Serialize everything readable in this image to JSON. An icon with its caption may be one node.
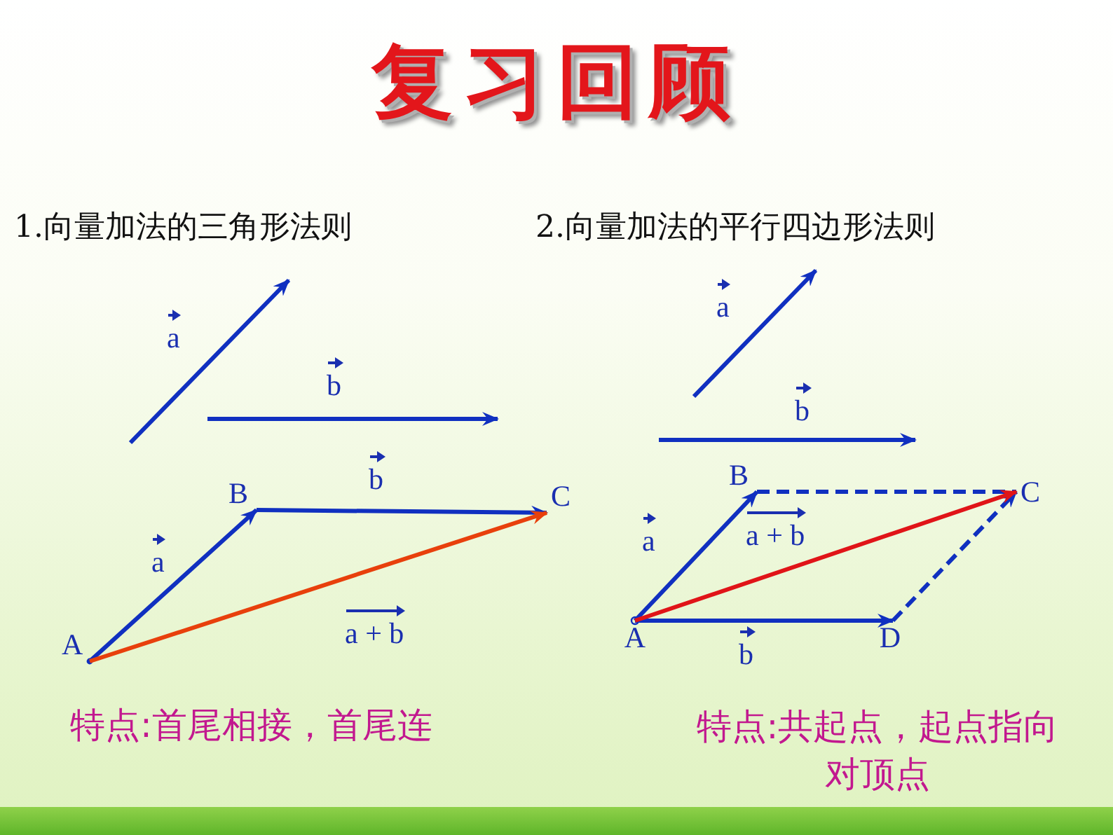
{
  "diagram": {
    "title": "复习回顾",
    "nodes": [
      {
        "text": [
          "A"
        ]
      },
      {
        "text": [
          "B"
        ]
      },
      {
        "text": [
          "C"
        ]
      },
      {
        "text": [
          "A"
        ]
      },
      {
        "text": [
          "B"
        ]
      },
      {
        "text": [
          "C"
        ]
      },
      {
        "text": [
          "D"
        ]
      }
    ],
    "edges": [
      {
        "from": 0,
        "to": 1,
        "arrow": "to",
        "label": "a"
      },
      {
        "from": 1,
        "to": 2,
        "arrow": "to",
        "label": "b"
      },
      {
        "from": 0,
        "to": 2,
        "arrow": "to",
        "label": "a + b",
        "color": "#e8400c"
      },
      {
        "from": 3,
        "to": 4,
        "arrow": "to",
        "label": "a"
      },
      {
        "from": 4,
        "to": 5,
        "arrow": "none",
        "style": "dashed"
      },
      {
        "from": 6,
        "to": 5,
        "arrow": "to",
        "style": "dashed"
      },
      {
        "from": 3,
        "to": 6,
        "arrow": "to",
        "label": "b"
      },
      {
        "from": 3,
        "to": 5,
        "arrow": "to",
        "label": "a + b",
        "color": "#e01418"
      }
    ],
    "labels": [
      "1.向量加法的三角形法则",
      "2.向量加法的平行四边形法则",
      "a",
      "b",
      "a",
      "b",
      "特点:首尾相接，首尾连",
      "特点:共起点，起点指向对顶点"
    ]
  }
}
